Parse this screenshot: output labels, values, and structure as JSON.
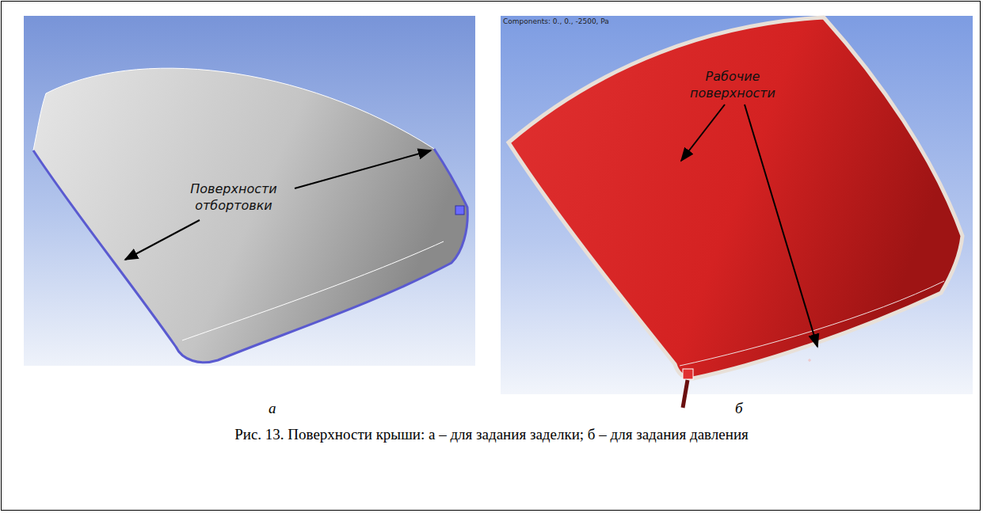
{
  "diagram": {
    "caption": "Рис. 13. Поверхности крыши: а – для задания заделки; б – для задания давления",
    "labels": [
      "Поверхности отбортовки",
      "Components: 0., 0., -2500, Pa",
      "Рабочие поверхности",
      "а",
      "б"
    ]
  }
}
